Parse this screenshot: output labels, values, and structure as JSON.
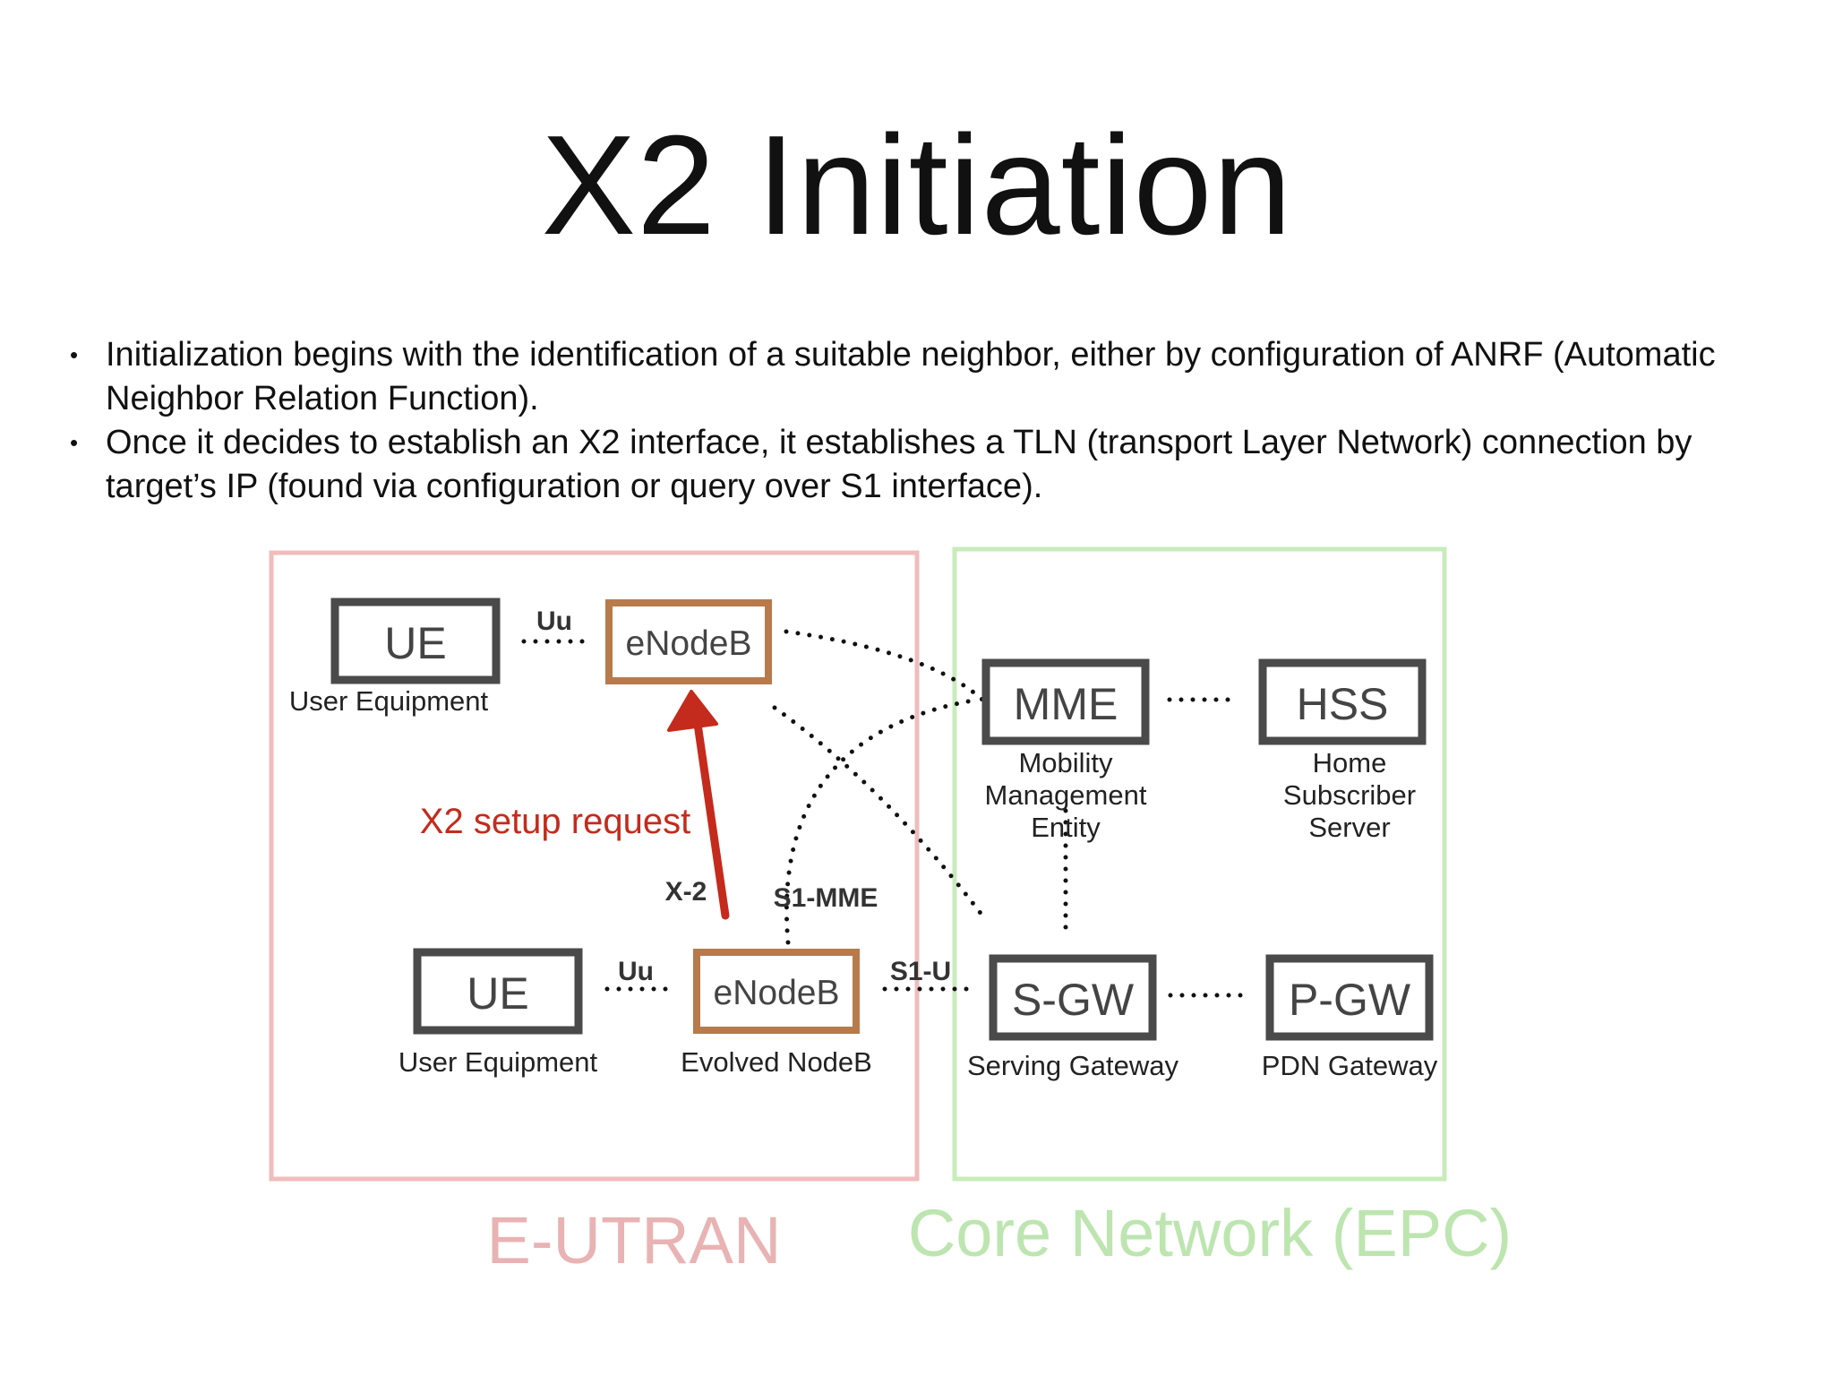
{
  "slide": {
    "title": "X2 Initiation",
    "bullets": [
      "Initialization begins with the identification of a suitable neighbor, either by configuration of ANRF (Automatic Neighbor Relation Function).",
      "Once it decides to establish an X2 interface, it establishes a TLN (transport Layer Network) connection by target’s IP (found via configuration or query over S1 interface)."
    ]
  },
  "diagram": {
    "regions": {
      "eutran": "E-UTRAN",
      "core": "Core Network (EPC)"
    },
    "nodes": {
      "ue_top": {
        "label": "UE",
        "sub": "User Equipment"
      },
      "enb_top": {
        "label": "eNodeB"
      },
      "ue_bottom": {
        "label": "UE",
        "sub": "User Equipment"
      },
      "enb_bottom": {
        "label": "eNodeB",
        "sub": "Evolved NodeB"
      },
      "mme": {
        "label": "MME",
        "sub": [
          "Mobility",
          "Management",
          "Entity"
        ]
      },
      "hss": {
        "label": "HSS",
        "sub": [
          "Home",
          "Subscriber",
          "Server"
        ]
      },
      "sgw": {
        "label": "S-GW",
        "sub": "Serving Gateway"
      },
      "pgw": {
        "label": "P-GW",
        "sub": "PDN Gateway"
      }
    },
    "interfaces": {
      "uu_top": "Uu",
      "uu_bottom": "Uu",
      "x2": "X-2",
      "s1_mme": "S1-MME",
      "s1_u": "S1-U"
    },
    "x2_request": "X2 setup request",
    "colors": {
      "eutran_border": "#f0bcbc",
      "core_border": "#c8ecbb",
      "enodeb_border": "#b87a4b",
      "node_border": "#4a4a4a",
      "arrow": "#c42b1c"
    }
  }
}
